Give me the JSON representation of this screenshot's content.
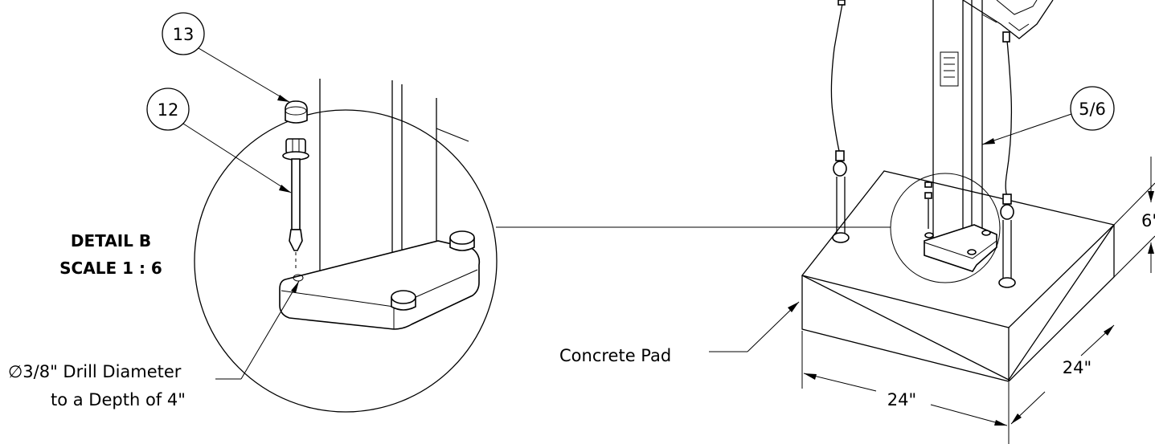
{
  "callouts": {
    "c13": "13",
    "c12": "12",
    "c56": "5/6"
  },
  "detail": {
    "title": "DETAIL B",
    "scale": "SCALE 1 : 6"
  },
  "notes": {
    "drill_line1": "∅3/8\" Drill Diameter",
    "drill_line2": "to a Depth of 4\"",
    "pad": "Concrete Pad"
  },
  "dims": {
    "width_front": "24\"",
    "width_side": "24\"",
    "height": "6\""
  }
}
